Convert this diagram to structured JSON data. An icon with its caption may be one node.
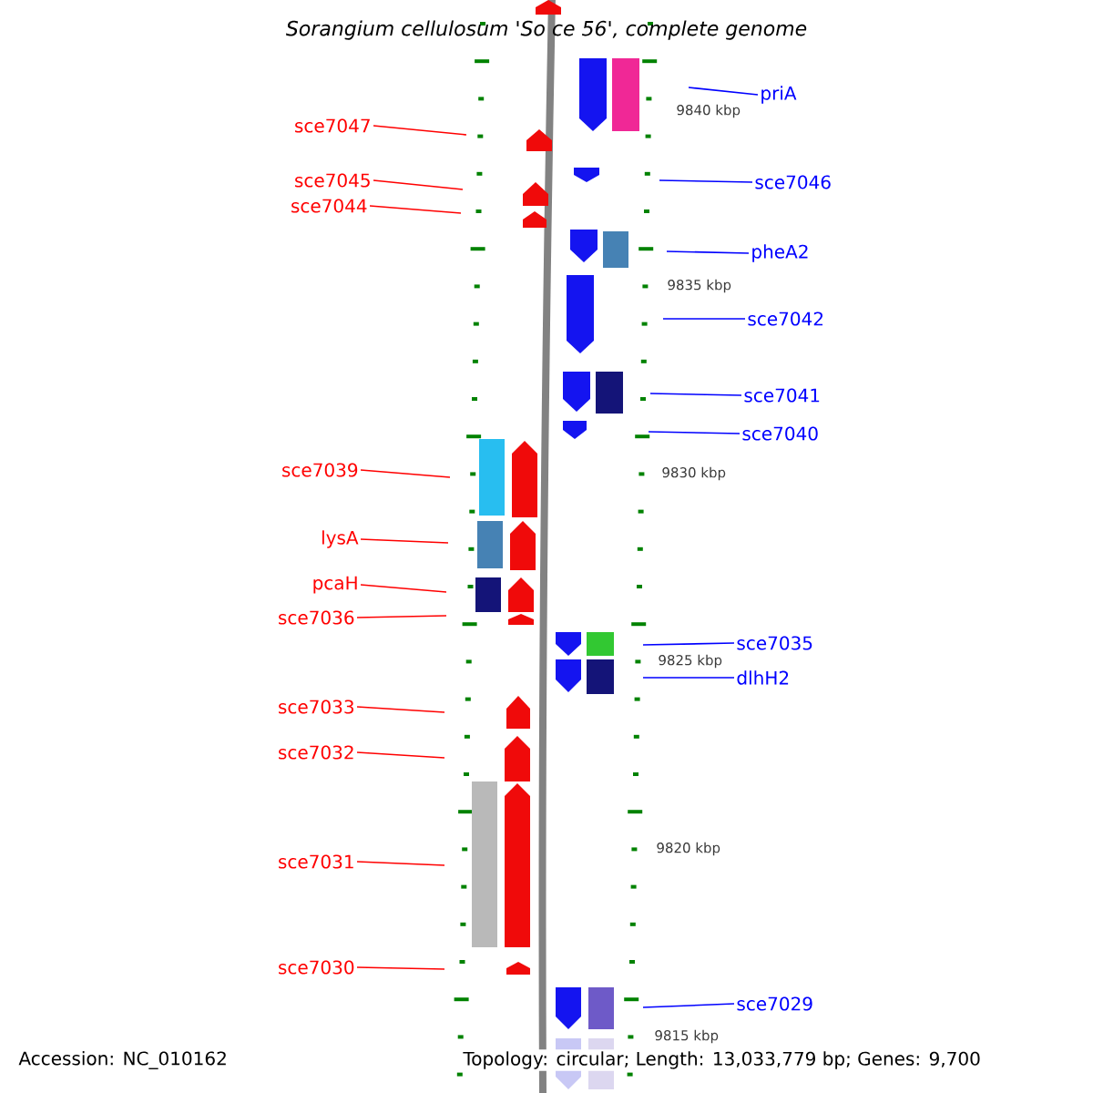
{
  "diagram": {
    "title": "Sorangium cellulosum 'So ce 56', complete genome",
    "nodes": [
      {
        "text": [
          "sce7047"
        ]
      },
      {
        "text": [
          "sce7045"
        ]
      },
      {
        "text": [
          "sce7044"
        ]
      },
      {
        "text": [
          "sce7039"
        ]
      },
      {
        "text": [
          "lysA"
        ]
      },
      {
        "text": [
          "pcaH"
        ]
      },
      {
        "text": [
          "sce7036"
        ]
      },
      {
        "text": [
          "sce7033"
        ]
      },
      {
        "text": [
          "sce7032"
        ]
      },
      {
        "text": [
          "sce7031"
        ]
      },
      {
        "text": [
          "sce7030"
        ]
      },
      {
        "text": [
          "priA"
        ]
      },
      {
        "text": [
          "sce7046"
        ]
      },
      {
        "text": [
          "pheA2"
        ]
      },
      {
        "text": [
          "sce7042"
        ]
      },
      {
        "text": [
          "sce7041"
        ]
      },
      {
        "text": [
          "sce7040"
        ]
      },
      {
        "text": [
          "sce7035"
        ]
      },
      {
        "text": [
          "dlhH2"
        ]
      },
      {
        "text": [
          "sce7029"
        ]
      }
    ],
    "edges": [
      {
        "from": 0,
        "to": null,
        "arrow": "none",
        "color": "#ff0000"
      },
      {
        "from": 1,
        "to": null,
        "arrow": "none",
        "color": "#ff0000"
      },
      {
        "from": 2,
        "to": null,
        "arrow": "none",
        "color": "#ff0000"
      },
      {
        "from": 3,
        "to": null,
        "arrow": "none",
        "color": "#ff0000"
      },
      {
        "from": 4,
        "to": null,
        "arrow": "none",
        "color": "#ff0000"
      },
      {
        "from": 5,
        "to": null,
        "arrow": "none",
        "color": "#ff0000"
      },
      {
        "from": 6,
        "to": null,
        "arrow": "none",
        "color": "#ff0000"
      },
      {
        "from": 7,
        "to": null,
        "arrow": "none",
        "color": "#ff0000"
      },
      {
        "from": 8,
        "to": null,
        "arrow": "none",
        "color": "#ff0000"
      },
      {
        "from": 9,
        "to": null,
        "arrow": "none",
        "color": "#ff0000"
      },
      {
        "from": 10,
        "to": null,
        "arrow": "none",
        "color": "#ff0000"
      },
      {
        "from": 11,
        "to": null,
        "arrow": "none",
        "color": "#0000ff"
      },
      {
        "from": 12,
        "to": null,
        "arrow": "none",
        "color": "#0000ff"
      },
      {
        "from": 13,
        "to": null,
        "arrow": "none",
        "color": "#0000ff"
      },
      {
        "from": 14,
        "to": null,
        "arrow": "none",
        "color": "#0000ff"
      },
      {
        "from": 15,
        "to": null,
        "arrow": "none",
        "color": "#0000ff"
      },
      {
        "from": 16,
        "to": null,
        "arrow": "none",
        "color": "#0000ff"
      },
      {
        "from": 17,
        "to": null,
        "arrow": "none",
        "color": "#0000ff"
      },
      {
        "from": 18,
        "to": null,
        "arrow": "none",
        "color": "#0000ff"
      },
      {
        "from": 19,
        "to": null,
        "arrow": "none",
        "color": "#0000ff"
      }
    ],
    "labels": [
      "9840 kbp",
      "9835 kbp",
      "9830 kbp",
      "9825 kbp",
      "9820 kbp",
      "9815 kbp",
      "Accession: NC_010162",
      "Topology: circular; Length: 13,033,779 bp; Genes: 9,700"
    ]
  }
}
